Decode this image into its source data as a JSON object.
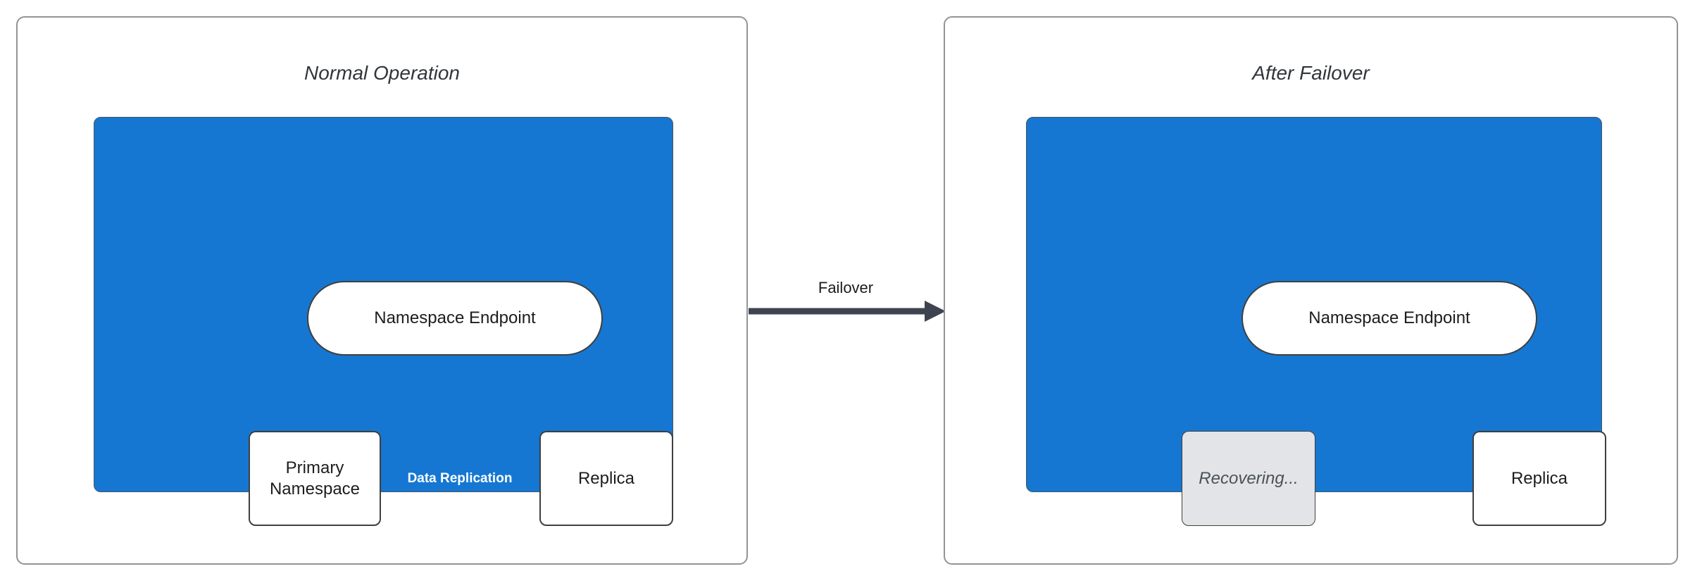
{
  "left_panel": {
    "title": "Normal Operation",
    "endpoint": "Namespace Endpoint",
    "primary": "Primary Namespace",
    "replica": "Replica",
    "replication_edge": "Data Replication"
  },
  "right_panel": {
    "title": "After Failover",
    "endpoint": "Namespace Endpoint",
    "recovering": "Recovering...",
    "replica": "Replica"
  },
  "transition": {
    "label": "Failover"
  },
  "colors": {
    "cluster-blue": "#1577d2",
    "connector-dark": "#3d4450",
    "panel-border": "#919497",
    "node-border": "#3f3f3f",
    "node-text": "#1d1d1f",
    "title-text": "#32363b",
    "recovering-fill": "#e2e4e7",
    "recovering-text": "#4b5158",
    "edge-label-text": "#ffffff"
  }
}
